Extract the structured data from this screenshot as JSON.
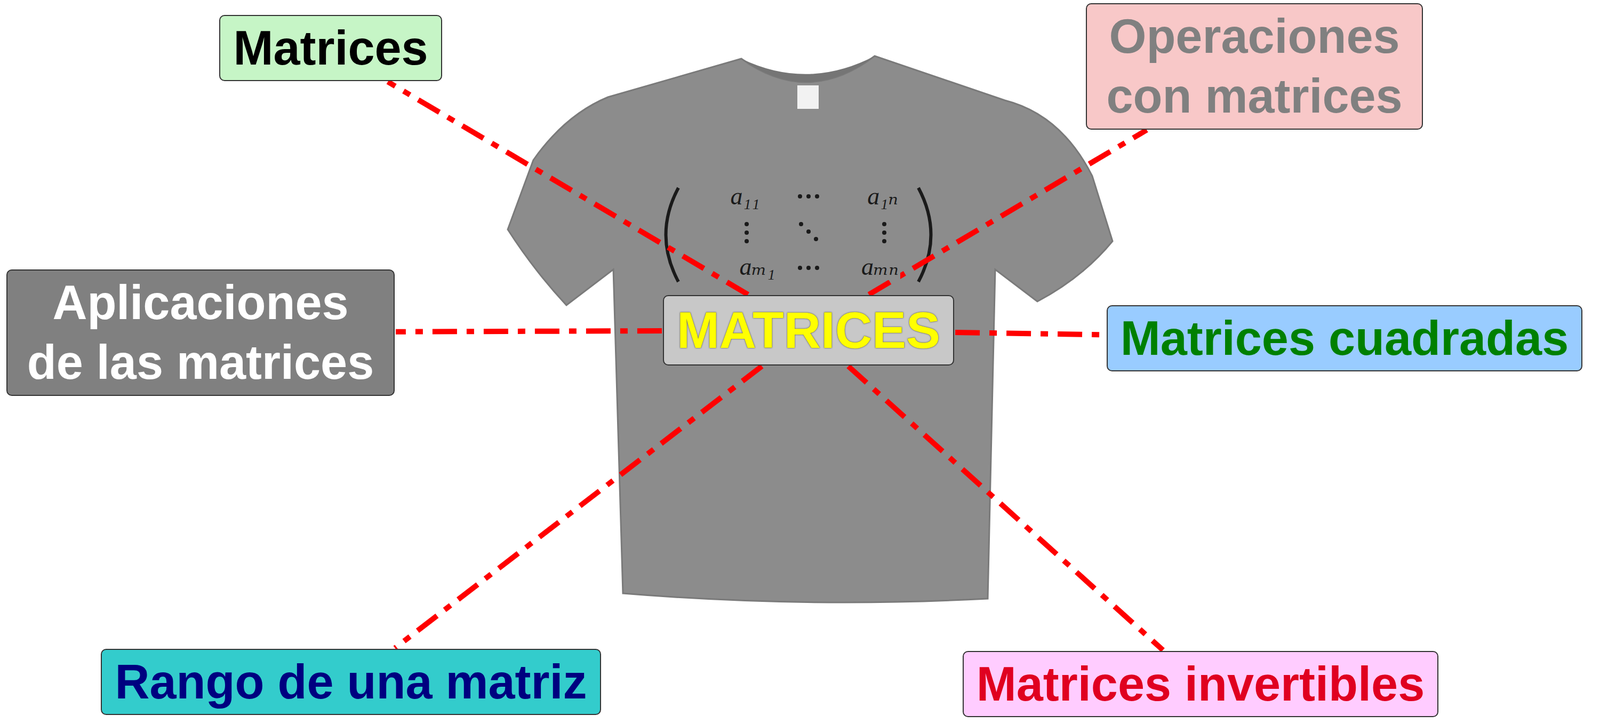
{
  "diagram": {
    "nodes": [
      {
        "text": [
          "Matrices"
        ]
      },
      {
        "text": [
          "Operaciones con matrices"
        ]
      },
      {
        "text": [
          "Aplicaciones de las matrices"
        ]
      },
      {
        "text": [
          "MATRICES"
        ]
      },
      {
        "text": [
          "Matrices cuadradas"
        ]
      },
      {
        "text": [
          "Rango de una matriz"
        ]
      },
      {
        "text": [
          "Matrices invertibles"
        ]
      }
    ],
    "edges": [
      {
        "from": 3,
        "to": 0,
        "arrow": "none"
      },
      {
        "from": 3,
        "to": 1,
        "arrow": "none"
      },
      {
        "from": 3,
        "to": 2,
        "arrow": "none"
      },
      {
        "from": 3,
        "to": 4,
        "arrow": "none"
      },
      {
        "from": 3,
        "to": 5,
        "arrow": "none"
      },
      {
        "from": 3,
        "to": 6,
        "arrow": "none"
      }
    ],
    "labels": [
      "a₁₁",
      "a₁ₙ",
      "aₘ₁",
      "aₘₙ"
    ]
  }
}
